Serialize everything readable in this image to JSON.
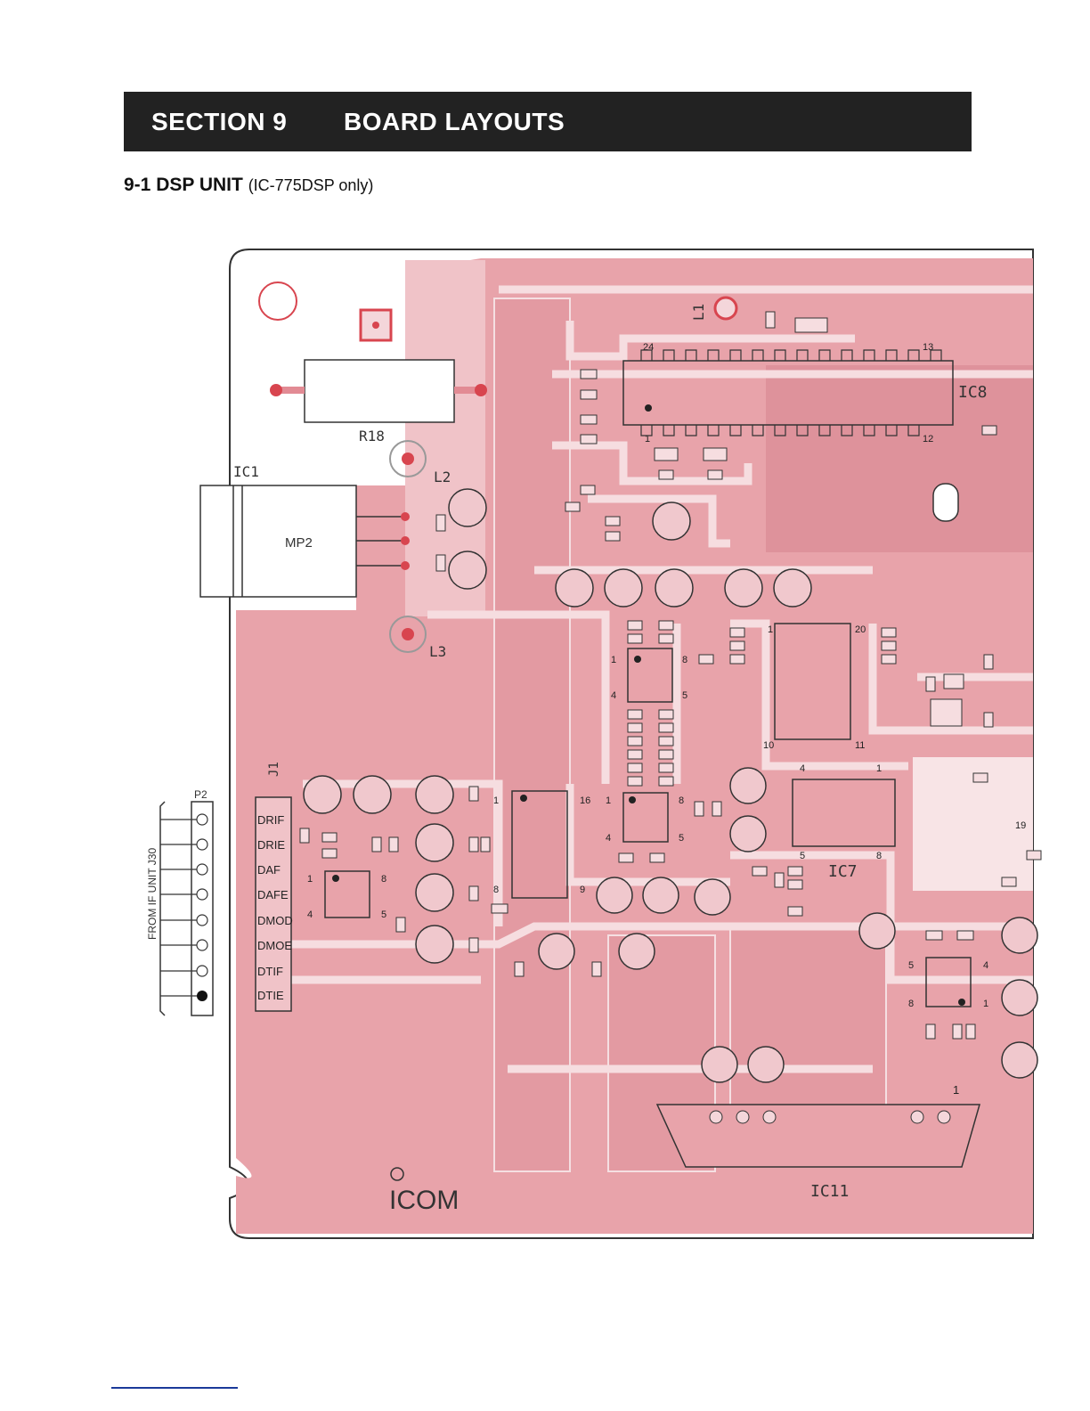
{
  "header": {
    "section_number": "SECTION  9",
    "section_title": "BOARD LAYOUTS"
  },
  "subsection": {
    "number": "9-1",
    "title": "DSP UNIT",
    "note": "(IC-775DSP only)"
  },
  "board": {
    "components": {
      "l1": "L1",
      "l2": "L2",
      "l3": "L3",
      "r18": "R18",
      "ic1": "IC1",
      "mp2": "MP2",
      "ic7": "IC7",
      "ic8": "IC8",
      "ic11": "IC11",
      "j1": "J1",
      "p2": "P2"
    },
    "pin_numbers": {
      "ic8_24": "24",
      "ic8_13": "13",
      "ic8_1": "1",
      "ic8_12": "12",
      "ic_mid_1": "1",
      "ic_mid_8": "8",
      "ic_mid_4": "4",
      "ic_mid_5": "5",
      "ic6_1": "1",
      "ic6_20": "20",
      "ic6_10": "10",
      "ic6_11": "11",
      "ic7_4": "4",
      "ic7_1": "1",
      "ic7_5": "5",
      "ic7_8": "8",
      "ic3_1": "1",
      "ic3_16": "16",
      "ic3_8": "8",
      "ic3_9": "9",
      "ic4_1": "1",
      "ic4_8": "8",
      "ic4_4": "4",
      "ic4_5": "5",
      "ic2_1": "1",
      "ic2_8": "8",
      "ic2_4": "4",
      "ic2_5": "5",
      "ic10_5": "5",
      "ic10_4": "4",
      "ic10_8": "8",
      "ic10_1": "1",
      "ic11_1": "1",
      "ic_right_19": "19"
    },
    "connector_signals": [
      "DRIF",
      "DRIE",
      "DAF",
      "DAFE",
      "DMOD",
      "DMOE",
      "DTIF",
      "DTIE"
    ],
    "connector_label": "FROM IF UNIT J30",
    "logo": "ICOM",
    "colors": {
      "board_pink": "#e8a3aa",
      "trace_light": "#f4d6da",
      "outline": "#333333",
      "ground_gray": "#cfc4c5"
    }
  }
}
